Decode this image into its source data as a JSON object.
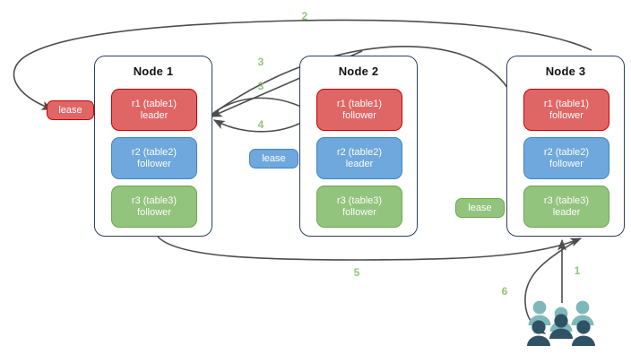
{
  "diagram": {
    "title": "Raft replication and lease diagram",
    "colors": {
      "red": "#e06666",
      "red_border": "#cc0000",
      "blue": "#6fa8dc",
      "blue_border": "#3d85c6",
      "green": "#93c47d",
      "green_border": "#6aa84f",
      "arrow": "#4d4d4d",
      "node_border": "#2e3f5c",
      "step_label": "#93c47d",
      "people_light": "#7fb8b8",
      "people_dark": "#2f5364"
    },
    "nodes": [
      {
        "title": "Node 1",
        "replicas": [
          {
            "name": "r1 (table1)",
            "role": "leader",
            "color": "red"
          },
          {
            "name": "r2 (table2)",
            "role": "follower",
            "color": "blue"
          },
          {
            "name": "r3 (table3)",
            "role": "follower",
            "color": "green"
          }
        ]
      },
      {
        "title": "Node 2",
        "replicas": [
          {
            "name": "r1 (table1)",
            "role": "follower",
            "color": "red"
          },
          {
            "name": "r2 (table2)",
            "role": "leader",
            "color": "blue"
          },
          {
            "name": "r3 (table3)",
            "role": "follower",
            "color": "green"
          }
        ]
      },
      {
        "title": "Node 3",
        "replicas": [
          {
            "name": "r1 (table1)",
            "role": "follower",
            "color": "red"
          },
          {
            "name": "r2 (table2)",
            "role": "follower",
            "color": "blue"
          },
          {
            "name": "r3 (table3)",
            "role": "leader",
            "color": "green"
          }
        ]
      }
    ],
    "leases": [
      {
        "label": "lease",
        "color": "red"
      },
      {
        "label": "lease",
        "color": "blue"
      },
      {
        "label": "lease",
        "color": "green"
      }
    ],
    "steps": [
      {
        "label": "1"
      },
      {
        "label": "2"
      },
      {
        "label": "3"
      },
      {
        "label": "3"
      },
      {
        "label": "4"
      },
      {
        "label": "5"
      },
      {
        "label": "6"
      }
    ],
    "actor": {
      "name": "users-group"
    }
  }
}
